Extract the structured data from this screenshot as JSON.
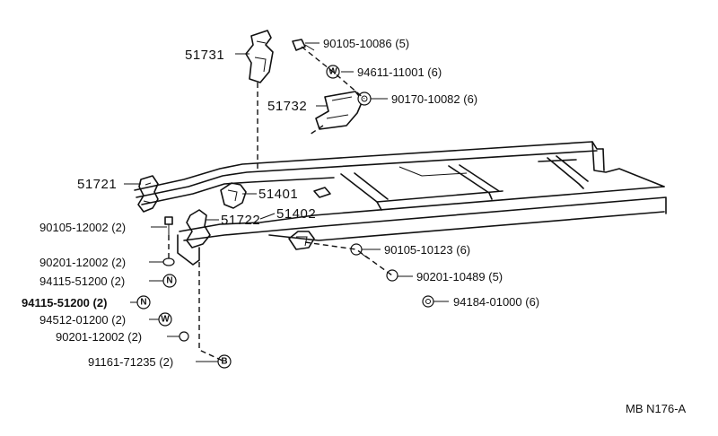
{
  "labels": {
    "p51731": "51731",
    "p51732": "51732",
    "p51721": "51721",
    "p51401": "51401",
    "p51722": "51722",
    "p51402": "51402",
    "b90105_10086": "90105-10086 (5)",
    "w94611_11001": "94611-11001 (6)",
    "n90170_10082": "90170-10082 (6)",
    "b90105_12002": "90105-12002 (2)",
    "w90201_12002a": "90201-12002 (2)",
    "n94115_51200a": "94115-51200 (2)",
    "n94115_51200b": "94115-51200 (2)",
    "w94512_01200": "94512-01200 (2)",
    "w90201_12002b": "90201-12002 (2)",
    "b91161_71235": "91161-71235 (2)",
    "b90105_10123": "90105-10123 (6)",
    "w90201_10489": "90201-10489 (5)",
    "n94184_01000": "94184-01000 (6)",
    "code": "MB N176-A"
  },
  "symbols": {
    "washer": "W",
    "nut": "N",
    "bolt": "B"
  }
}
